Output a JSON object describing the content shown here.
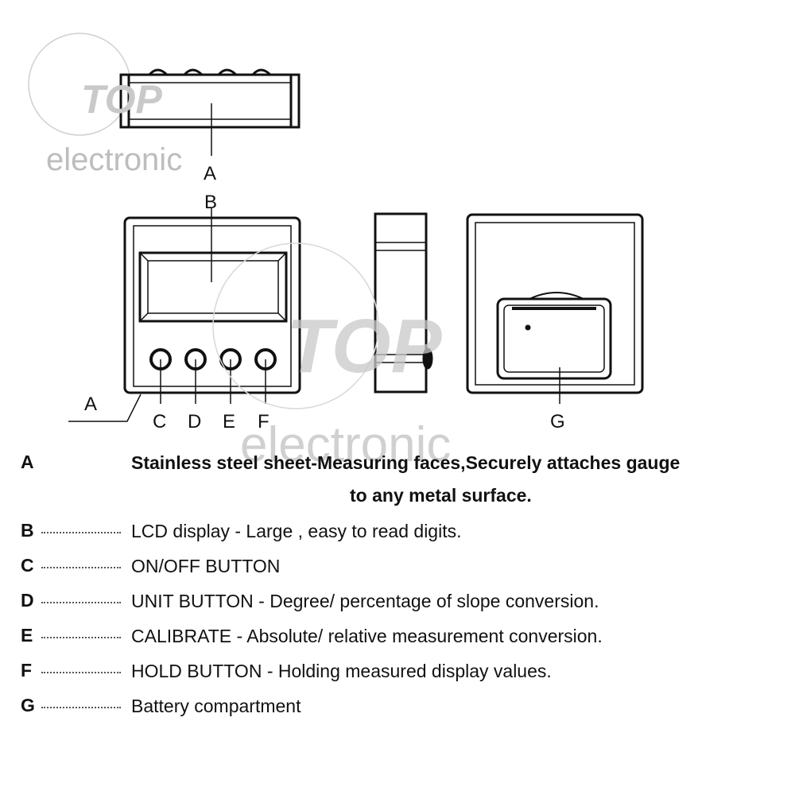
{
  "watermark": {
    "brand": "TOP",
    "tagline": "electronic"
  },
  "callouts": {
    "a_top": "A",
    "b": "B",
    "a_bottom": "A",
    "c": "C",
    "d": "D",
    "e": "E",
    "f": "F",
    "g": "G"
  },
  "legend": [
    {
      "key": "A",
      "text": "Stainless steel sheet-Measuring faces,Securely attaches gauge",
      "continuation": "to any metal surface."
    },
    {
      "key": "B",
      "text": "LCD display - Large , easy to read digits."
    },
    {
      "key": "C",
      "text": "ON/OFF BUTTON"
    },
    {
      "key": "D",
      "text": "UNIT BUTTON - Degree/ percentage of slope conversion."
    },
    {
      "key": "E",
      "text": "CALIBRATE - Absolute/ relative measurement conversion."
    },
    {
      "key": "F",
      "text": "HOLD BUTTON - Holding measured display values."
    },
    {
      "key": "G",
      "text": "Battery compartment"
    }
  ]
}
